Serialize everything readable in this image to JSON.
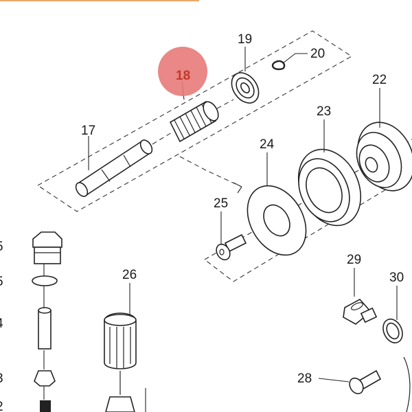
{
  "callouts": {
    "p17": "17",
    "p18": "18",
    "p19": "19",
    "p20": "20",
    "p22": "22",
    "p23": "23",
    "p24": "24",
    "p25": "25",
    "p26": "26",
    "p28": "28",
    "p29": "29",
    "p30": "30",
    "edge_top": "5",
    "edge_mid": "5",
    "edge_low": "4",
    "edge_bot1": "3",
    "edge_bot2": "2"
  },
  "highlight": {
    "part": "18",
    "color": "#e87a7a"
  }
}
